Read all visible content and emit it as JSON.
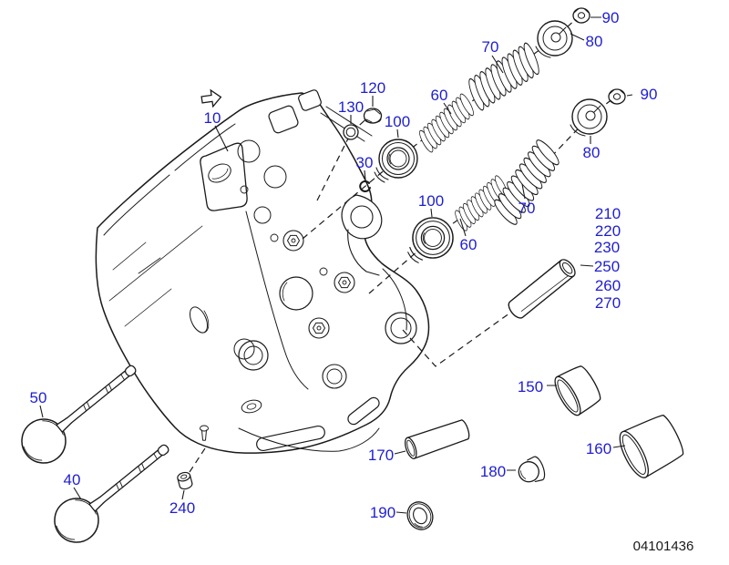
{
  "colors": {
    "label_blue": "#1e1ed2",
    "line_black": "#1a1a1a",
    "background": "#ffffff"
  },
  "icons": [
    {
      "name": "direction-arrow-icon",
      "meaning": "viewing direction",
      "glyph": "⇨"
    }
  ],
  "diagram": {
    "number": "04101436",
    "part_labels": [
      {
        "part": "90-upper",
        "text": "90"
      },
      {
        "part": "80-upper",
        "text": "80"
      },
      {
        "part": "70-upper",
        "text": "70"
      },
      {
        "part": "60-upper",
        "text": "60"
      },
      {
        "part": "120",
        "text": "120"
      },
      {
        "part": "130",
        "text": "130"
      },
      {
        "part": "100-upper",
        "text": "100"
      },
      {
        "part": "90-lower",
        "text": "90"
      },
      {
        "part": "80-lower",
        "text": "80"
      },
      {
        "part": "10",
        "text": "10"
      },
      {
        "part": "30",
        "text": "30"
      },
      {
        "part": "100-lower",
        "text": "100"
      },
      {
        "part": "60-lower",
        "text": "60"
      },
      {
        "part": "70-lower",
        "text": "70"
      },
      {
        "part": "210",
        "text": "210"
      },
      {
        "part": "220",
        "text": "220"
      },
      {
        "part": "230",
        "text": "230"
      },
      {
        "part": "250",
        "text": "250"
      },
      {
        "part": "260",
        "text": "260"
      },
      {
        "part": "270",
        "text": "270"
      },
      {
        "part": "150",
        "text": "150"
      },
      {
        "part": "160",
        "text": "160"
      },
      {
        "part": "170",
        "text": "170"
      },
      {
        "part": "180",
        "text": "180"
      },
      {
        "part": "190",
        "text": "190"
      },
      {
        "part": "240",
        "text": "240"
      },
      {
        "part": "40",
        "text": "40"
      },
      {
        "part": "50",
        "text": "50"
      }
    ]
  }
}
